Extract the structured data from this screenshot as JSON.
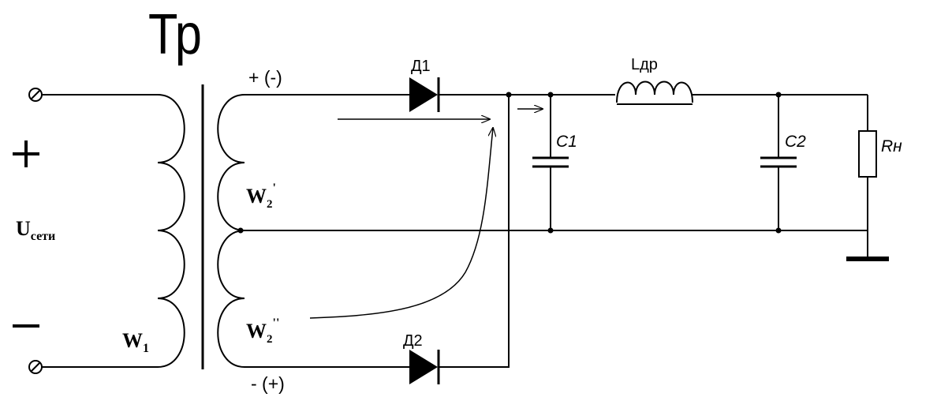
{
  "diagram": {
    "title": "Тр",
    "input": {
      "plus_sign": "+",
      "minus_sign": "−",
      "voltage_label": "U",
      "voltage_subscript": "сети"
    },
    "primary_winding": {
      "label": "W",
      "subscript": "1"
    },
    "secondary_upper": {
      "label": "W",
      "subscript": "2",
      "prime": "'",
      "polarity": "+ (-)"
    },
    "secondary_lower": {
      "label": "W",
      "subscript": "2",
      "prime": "''",
      "polarity": "- (+)"
    },
    "diodes": {
      "d1": "Д1",
      "d2": "Д2"
    },
    "capacitors": {
      "c1": "C1",
      "c2": "C2"
    },
    "inductor": "Lдр",
    "resistor": "Rн"
  }
}
